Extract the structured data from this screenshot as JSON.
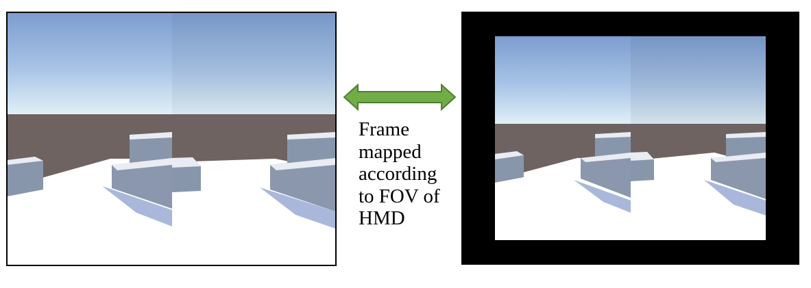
{
  "caption_lines": [
    "Frame",
    "mapped",
    "according",
    "to FOV of",
    "HMD"
  ],
  "colors": {
    "sky_top": "#7c9dcf",
    "sky_horizon": "#e2f1f8",
    "ground": "#6e6361",
    "floor": "#ffffff",
    "block_top": "#e9ecf2",
    "block_side": "#8896ab",
    "shadow": "#a9b8da",
    "arrow_fill": "#70ad47",
    "arrow_stroke": "#507e32",
    "border": "#000000"
  }
}
